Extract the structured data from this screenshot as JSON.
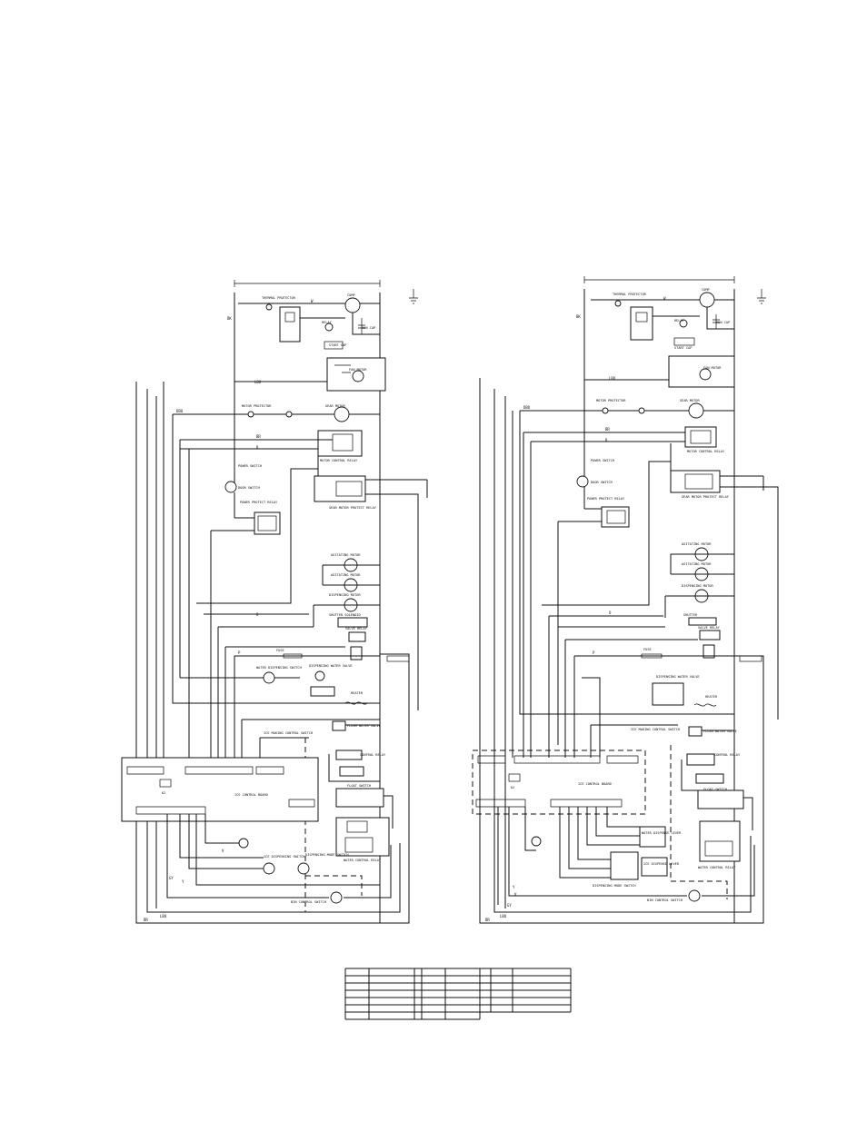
{
  "diagram_left": {
    "board_label": "ICE CONTROL BOARD",
    "board_tag": "K2",
    "labels": [
      {
        "id": "thermal",
        "text": "THERMAL PROTECTOR"
      },
      {
        "id": "comp",
        "text": "COMP"
      },
      {
        "id": "relay",
        "text": "RELAY"
      },
      {
        "id": "runcap",
        "text": "RUN CAP"
      },
      {
        "id": "startcap",
        "text": "START CAP"
      },
      {
        "id": "fanmotor",
        "text": "FAN MOTOR"
      },
      {
        "id": "motorprot",
        "text": "MOTOR PROTECTOR"
      },
      {
        "id": "gearmotor",
        "text": "GEAR MOTOR"
      },
      {
        "id": "motorctrl",
        "text": "MOTOR CONTROL RELAY"
      },
      {
        "id": "powerswitch",
        "text": "POWER SWITCH"
      },
      {
        "id": "doorswitch",
        "text": "DOOR SWITCH"
      },
      {
        "id": "powerprot",
        "text": "POWER PROTECT RELAY"
      },
      {
        "id": "gearmotorprot",
        "text": "GEAR MOTOR PROTECT RELAY"
      },
      {
        "id": "agitating1",
        "text": "AGITATING MOTOR"
      },
      {
        "id": "agitating2",
        "text": "AGITATING MOTOR"
      },
      {
        "id": "dispensing",
        "text": "DISPENSING MOTOR"
      },
      {
        "id": "shutter",
        "text": "SHUTTER SOLENOID"
      },
      {
        "id": "valve",
        "text": "VALVE RELAY"
      },
      {
        "id": "fuse",
        "text": "FUSE"
      },
      {
        "id": "waterdisp",
        "text": "WATER DISPENSING SWITCH"
      },
      {
        "id": "dispwater",
        "text": "DISPENSING WATER VALVE"
      },
      {
        "id": "heater",
        "text": "HEATER"
      },
      {
        "id": "flush",
        "text": "FLUSH WATER VALVE"
      },
      {
        "id": "icemaking",
        "text": "ICE MAKING CONTROL SWITCH"
      },
      {
        "id": "controlrelay",
        "text": "CONTROL RELAY"
      },
      {
        "id": "floatswitch",
        "text": "FLOAT SWITCH"
      },
      {
        "id": "waterctrl",
        "text": "WATER CONTROL RELAY"
      },
      {
        "id": "iceflusher",
        "text": "ICE DISPENSING SWITCH"
      },
      {
        "id": "modeselect",
        "text": "DISPENSING MODE SWITCH"
      },
      {
        "id": "bincontrol",
        "text": "BIN CONTROL SWITCH"
      }
    ],
    "wires": [
      "BK",
      "W",
      "DBU",
      "BR",
      "LBU",
      "R",
      "O",
      "P",
      "V",
      "GY",
      "Y",
      "LBU",
      "BR"
    ]
  },
  "diagram_right": {
    "board_label": "ICE CONTROL BOARD",
    "board_tag": "K2",
    "labels": [
      {
        "id": "thermal",
        "text": "THERMAL PROTECTOR"
      },
      {
        "id": "comp",
        "text": "COMP"
      },
      {
        "id": "relay",
        "text": "RELAY"
      },
      {
        "id": "runcap",
        "text": "RUN CAP"
      },
      {
        "id": "startcap",
        "text": "START CAP"
      },
      {
        "id": "fanmotor",
        "text": "FAN MOTOR"
      },
      {
        "id": "motorprot",
        "text": "MOTOR PROTECTOR"
      },
      {
        "id": "gearmotor",
        "text": "GEAR MOTOR"
      },
      {
        "id": "motorctrl",
        "text": "MOTOR CONTROL RELAY"
      },
      {
        "id": "powerswitch",
        "text": "POWER SWITCH"
      },
      {
        "id": "doorswitch",
        "text": "DOOR SWITCH"
      },
      {
        "id": "powerprot",
        "text": "POWER PROTECT RELAY"
      },
      {
        "id": "gearmotorprot",
        "text": "GEAR MOTOR PROTECT RELAY"
      },
      {
        "id": "agitating1",
        "text": "AGITATING MOTOR"
      },
      {
        "id": "agitating2",
        "text": "AGITATING MOTOR"
      },
      {
        "id": "dispensing",
        "text": "DISPENSING MOTOR"
      },
      {
        "id": "shutter",
        "text": "SHUTTER"
      },
      {
        "id": "valve",
        "text": "VALVE RELAY"
      },
      {
        "id": "fuse",
        "text": "FUSE"
      },
      {
        "id": "dispwater",
        "text": "DISPENSING WATER VALVE"
      },
      {
        "id": "heater",
        "text": "HEATER"
      },
      {
        "id": "flush",
        "text": "FLUSH WATER VALVE"
      },
      {
        "id": "icemaking",
        "text": "ICE MAKING CONTROL SWITCH"
      },
      {
        "id": "controlrelay",
        "text": "CONTROL RELAY"
      },
      {
        "id": "floatswitch",
        "text": "FLOAT SWITCH"
      },
      {
        "id": "waterctrl",
        "text": "WATER CONTROL RELAY"
      },
      {
        "id": "waterlever",
        "text": "WATER DISPENSE LEVER"
      },
      {
        "id": "icelever",
        "text": "ICE DISPENSE LEVER"
      },
      {
        "id": "modeselect",
        "text": "DISPENSING MODE SWITCH"
      },
      {
        "id": "bincontrol",
        "text": "BIN CONTROL SWITCH"
      }
    ],
    "wires": [
      "BK",
      "W",
      "DBU",
      "BR",
      "LBU",
      "R",
      "O",
      "P",
      "V",
      "GY",
      "Y",
      "LBU",
      "BR"
    ]
  }
}
